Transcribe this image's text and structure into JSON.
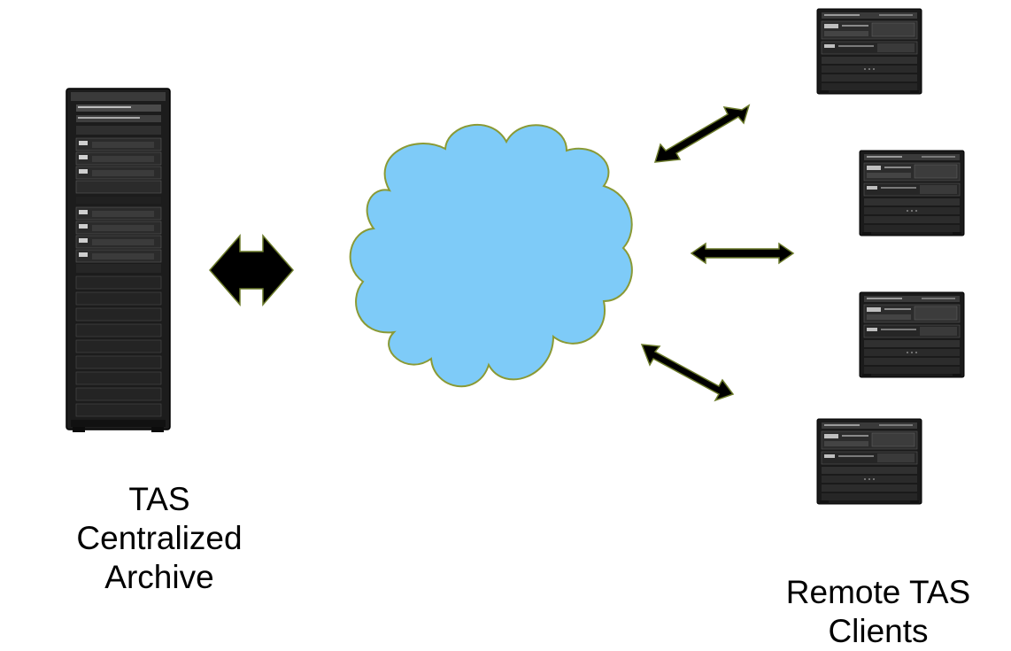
{
  "central_archive": {
    "label_lines": [
      "TAS",
      "Centralized",
      "Archive"
    ],
    "icon": "server-rack-icon"
  },
  "network": {
    "icon": "cloud-icon",
    "fill_color": "#7ecbf8",
    "stroke_color": "#8a9a35"
  },
  "remote_clients": {
    "label_lines": [
      "Remote TAS",
      "Clients"
    ],
    "icon": "server-chassis-icon",
    "count": 4
  },
  "arrows": {
    "fill_color": "#000000",
    "outline_color": "#6b7a2a"
  }
}
